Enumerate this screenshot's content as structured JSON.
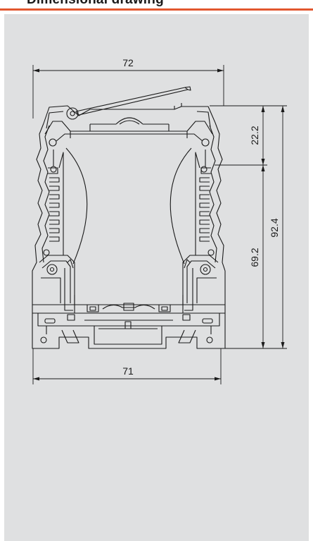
{
  "header": {
    "title": "Dimensional drawing",
    "accent_color": "#e2572f"
  },
  "panel": {
    "background_color": "#dfe0e1"
  },
  "drawing": {
    "line_color": "#1a1a1a",
    "dimensions": {
      "top_width": "72",
      "bottom_width": "71",
      "upper_height": "22.2",
      "lower_height": "69.2",
      "total_height": "92.4"
    }
  }
}
